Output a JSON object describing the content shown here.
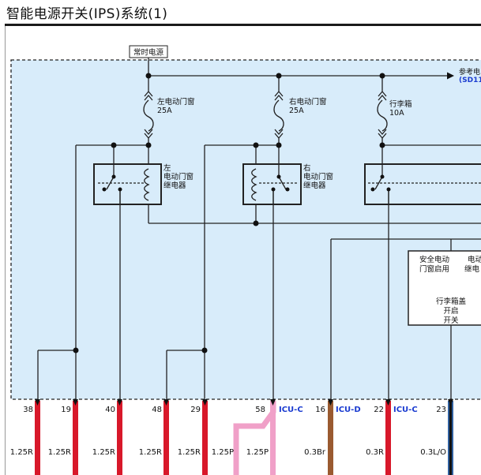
{
  "title": "智能电源开关(IPS)系统(1)",
  "power_label": "常时电源",
  "reference": {
    "line1": "参考电",
    "line2": "(SD11"
  },
  "fuses": [
    {
      "line1": "左电动门窗",
      "line2": "25A"
    },
    {
      "line1": "右电动门窗",
      "line2": "25A"
    },
    {
      "line1": "行李箱",
      "line2": "10A"
    }
  ],
  "relays": [
    {
      "lines": [
        "左",
        "电动门窗",
        "继电器"
      ]
    },
    {
      "lines": [
        "右",
        "电动门窗",
        "继电器"
      ]
    }
  ],
  "module": {
    "left_line1": "安全电动",
    "left_line2": "门窗启用",
    "right_line1": "电动",
    "right_line2": "继电",
    "switch_lines": [
      "行李箱盖",
      "开启",
      "开关"
    ]
  },
  "pins": [
    {
      "num": "38",
      "wire": "1.25R",
      "color": "#d8182a"
    },
    {
      "num": "19",
      "wire": "1.25R",
      "color": "#d8182a"
    },
    {
      "num": "40",
      "wire": "1.25R",
      "color": "#d8182a"
    },
    {
      "num": "48",
      "wire": "1.25R",
      "color": "#d8182a"
    },
    {
      "num": "29",
      "wire": "1.25R",
      "color": "#d8182a"
    },
    {
      "num": "",
      "wire": "1.25P",
      "color": "#f0a0c8"
    },
    {
      "num": "58",
      "wire": "1.25P",
      "color": "#f0a0c8"
    },
    {
      "num": "16",
      "wire": "0.3Br",
      "color": "#9a5a30"
    },
    {
      "num": "22",
      "wire": "0.3R",
      "color": "#d8182a"
    },
    {
      "num": "23",
      "wire": "0.3L/O",
      "color": "#2f5f9e"
    }
  ],
  "connectors": [
    {
      "label": "ICU-C"
    },
    {
      "label": "ICU-D"
    },
    {
      "label": "ICU-C"
    }
  ]
}
